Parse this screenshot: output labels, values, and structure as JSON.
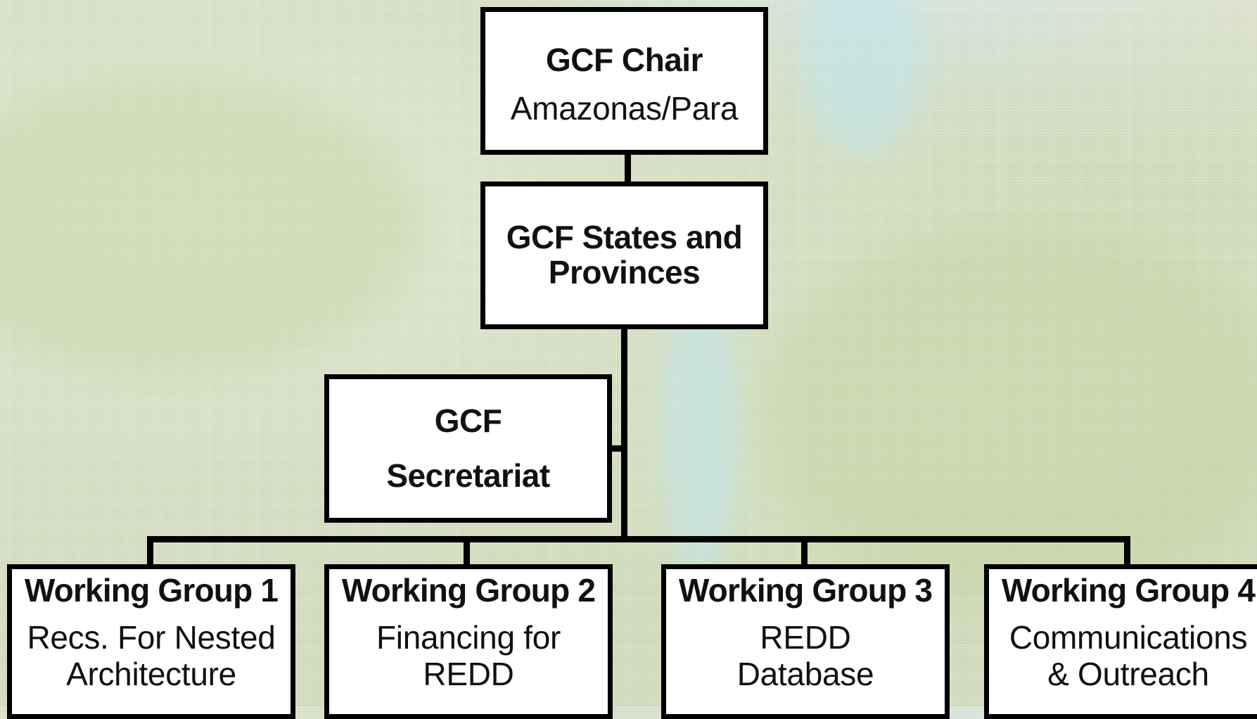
{
  "diagram": {
    "chair": {
      "title": "GCF Chair",
      "subtitle": "Amazonas/Para"
    },
    "states": {
      "title": "GCF States and Provinces"
    },
    "secretariat": {
      "title": "GCF Secretariat"
    },
    "working_groups": [
      {
        "title": "Working Group 1",
        "subtitle": "Recs. For Nested Architecture"
      },
      {
        "title": "Working Group 2",
        "subtitle": "Financing for REDD"
      },
      {
        "title": "Working Group 3",
        "subtitle": "REDD Database"
      },
      {
        "title": "Working Group 4",
        "subtitle": "Communications & Outreach"
      }
    ]
  }
}
